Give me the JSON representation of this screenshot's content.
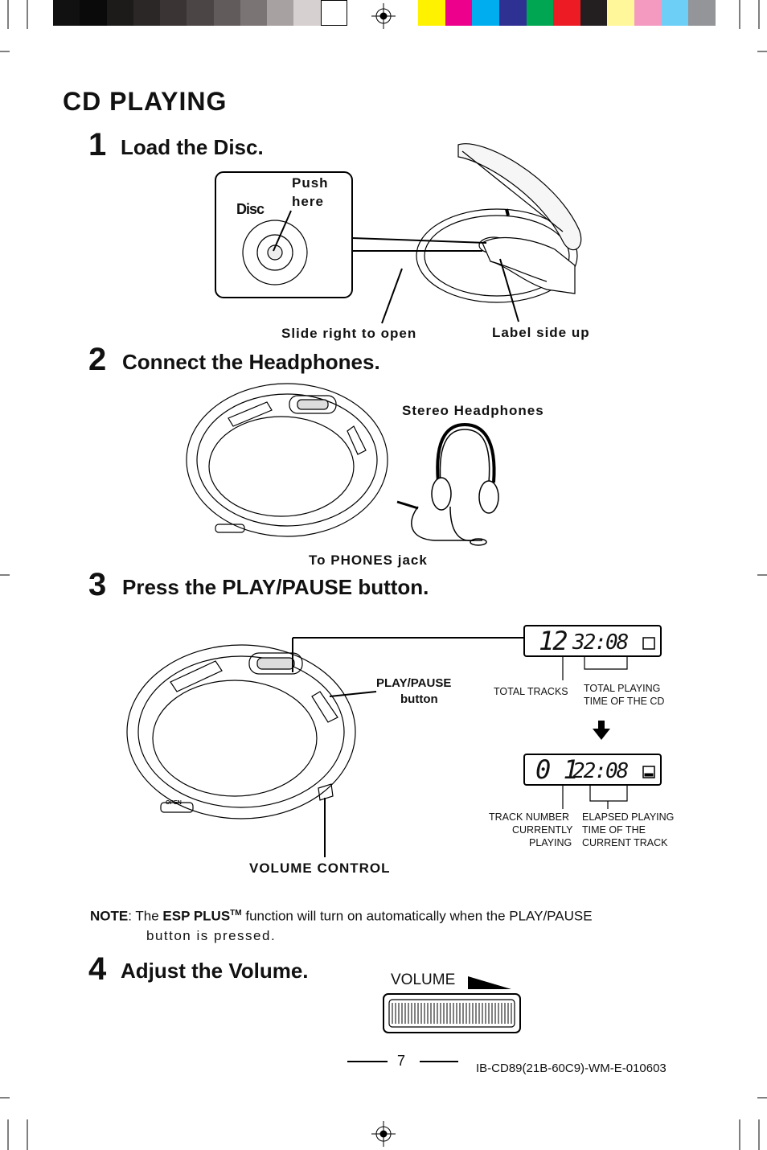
{
  "registration": {
    "gray_swatches": [
      "#111111",
      "#0a0a0a",
      "#1d1a1a",
      "#2b2727",
      "#3a3434",
      "#4c4545",
      "#625b5b",
      "#7b7474",
      "#a8a1a1",
      "#d6d0d0",
      "#ffffff"
    ],
    "color_swatches": [
      "#fff200",
      "#ec008c",
      "#00aeef",
      "#2e3192",
      "#00a651",
      "#ed1c24",
      "#231f20",
      "#fff799",
      "#f49ac1",
      "#6dcff6",
      "#939598"
    ]
  },
  "page": {
    "title": "CD PLAYING",
    "page_number": "7",
    "doc_code": "IB-CD89(21B-60C9)-WM-E-010603"
  },
  "step1": {
    "number": "1",
    "text": "Load the Disc.",
    "callout_disc": "Disc",
    "callout_push": "Push",
    "callout_here": "here",
    "label_slide": "Slide  right  to  open",
    "label_side": "Label  side  up"
  },
  "step2": {
    "number": "2",
    "text": "Connect the Headphones.",
    "label_headphones": "Stereo  Headphones",
    "label_jack": "To  PHONES  jack"
  },
  "step3": {
    "number": "3",
    "text": "Press the PLAY/PAUSE button.",
    "label_play": "PLAY/PAUSE",
    "label_button": "button",
    "label_volume_control": "VOLUME  CONTROL",
    "display1": {
      "tracks": "12",
      "time": "32:08"
    },
    "display2": {
      "tracks": "0 1",
      "time": "22:08"
    },
    "d1_left": "TOTAL TRACKS",
    "d1_right_1": "TOTAL PLAYING",
    "d1_right_2": "TIME OF THE CD",
    "d2_left_1": "TRACK NUMBER",
    "d2_left_2": "CURRENTLY",
    "d2_left_3": "PLAYING",
    "d2_right_1": "ELAPSED  PLAYING",
    "d2_right_2": "TIME OF THE",
    "d2_right_3": "CURRENT TRACK",
    "device_open_label": "OPEN"
  },
  "note": {
    "prefix": "NOTE",
    "colon": ": The ",
    "brand": "ESP PLUS",
    "tm": "TM",
    "rest": " function will turn on automatically when the PLAY/PAUSE",
    "line2": "button  is  pressed."
  },
  "step4": {
    "number": "4",
    "text": "Adjust the Volume.",
    "volume_label": "VOLUME"
  }
}
